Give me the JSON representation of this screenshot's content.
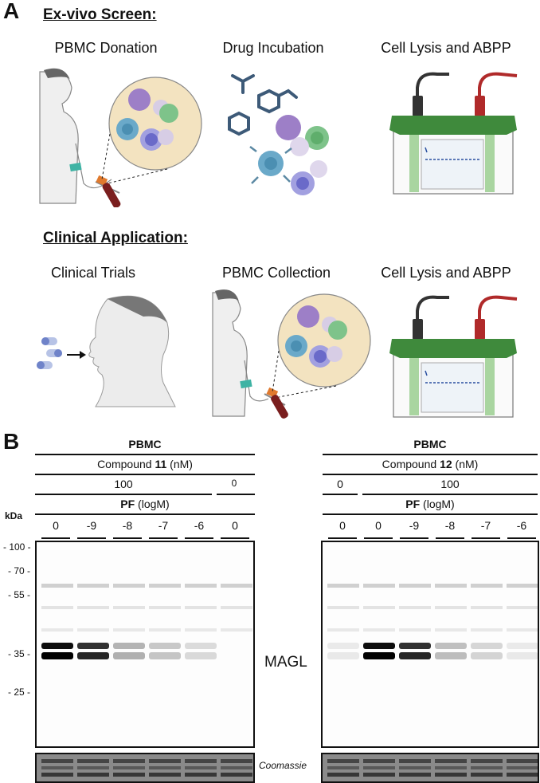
{
  "panel_a": {
    "letter": "A",
    "ex_vivo": {
      "title": "Ex-vivo Screen:",
      "steps": [
        "PBMC Donation",
        "Drug Incubation",
        "Cell Lysis and ABPP"
      ]
    },
    "clinical": {
      "title": "Clinical Application:",
      "steps": [
        "Clinical Trials",
        "PBMC Collection",
        "Cell Lysis and ABPP"
      ]
    }
  },
  "panel_b": {
    "letter": "B",
    "kda_label": "kDa",
    "markers": [
      "- 100 -",
      "- 70 -",
      "- 55 -",
      "- 35 -",
      "- 25 -"
    ],
    "band_label": "MAGL",
    "loading_label": "Coomassie",
    "left": {
      "sample": "PBMC",
      "compound_prefix": "Compound ",
      "compound_num": "11",
      "compound_suffix": " (nM)",
      "conc_a": "100",
      "conc_b": "0",
      "pf": "PF",
      "pf_suffix": " (logM)",
      "lanes": [
        "0",
        "-9",
        "-8",
        "-7",
        "-6",
        "0"
      ],
      "magl_intensity": [
        1.0,
        0.85,
        0.3,
        0.22,
        0.14,
        0.0
      ]
    },
    "right": {
      "sample": "PBMC",
      "compound_prefix": "Compound ",
      "compound_num": "12",
      "compound_suffix": " (nM)",
      "conc_a": "0",
      "conc_b": "100",
      "pf": "PF",
      "pf_suffix": " (logM)",
      "lanes": [
        "0",
        "0",
        "-9",
        "-8",
        "-7",
        "-6"
      ],
      "magl_intensity": [
        0.08,
        1.0,
        0.85,
        0.25,
        0.16,
        0.08
      ]
    }
  },
  "colors": {
    "cell_circle": "#f3e3c0",
    "apparatus_green": "#3f8a3c",
    "apparatus_light": "#a9d5a0",
    "red_lead": "#b02a2a",
    "drug": "#3d5a78"
  }
}
